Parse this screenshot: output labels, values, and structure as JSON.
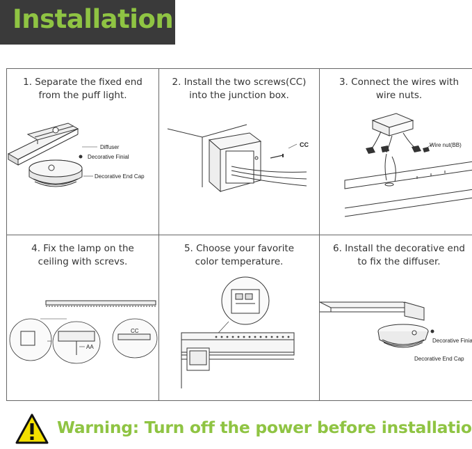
{
  "header": {
    "title": "Installation",
    "title_color": "#8fc443",
    "banner_color": "#3a3a3a"
  },
  "steps": [
    {
      "line1": "1. Separate the fixed end",
      "line2": "from the puff light.",
      "labels": {
        "diffuser": "Diffuser",
        "finial": "Decorative Finial",
        "endcap": "Decorative End Cap"
      }
    },
    {
      "line1": "2. Install the two screws(CC)",
      "line2": "into the junction box.",
      "labels": {
        "cc": "CC"
      }
    },
    {
      "line1": "3. Connect the wires with",
      "line2": "wire nuts.",
      "labels": {
        "wirenut": "Wire nut(BB)"
      }
    },
    {
      "line1": "4. Fix the lamp on the",
      "line2": "ceiling with screvs.",
      "labels": {
        "aa": "AA",
        "cc": "CC"
      }
    },
    {
      "line1": "5. Choose your favorite",
      "line2": "color temperature.",
      "labels": {}
    },
    {
      "line1": "6. Install the decorative end",
      "line2": "to fix the diffuser.",
      "labels": {
        "finial": "Decorative Finial",
        "endcap": "Decorative End Cap"
      }
    }
  ],
  "warning": {
    "text": "Warning: Turn off the power before installation.",
    "icon": "warning-triangle-icon"
  }
}
